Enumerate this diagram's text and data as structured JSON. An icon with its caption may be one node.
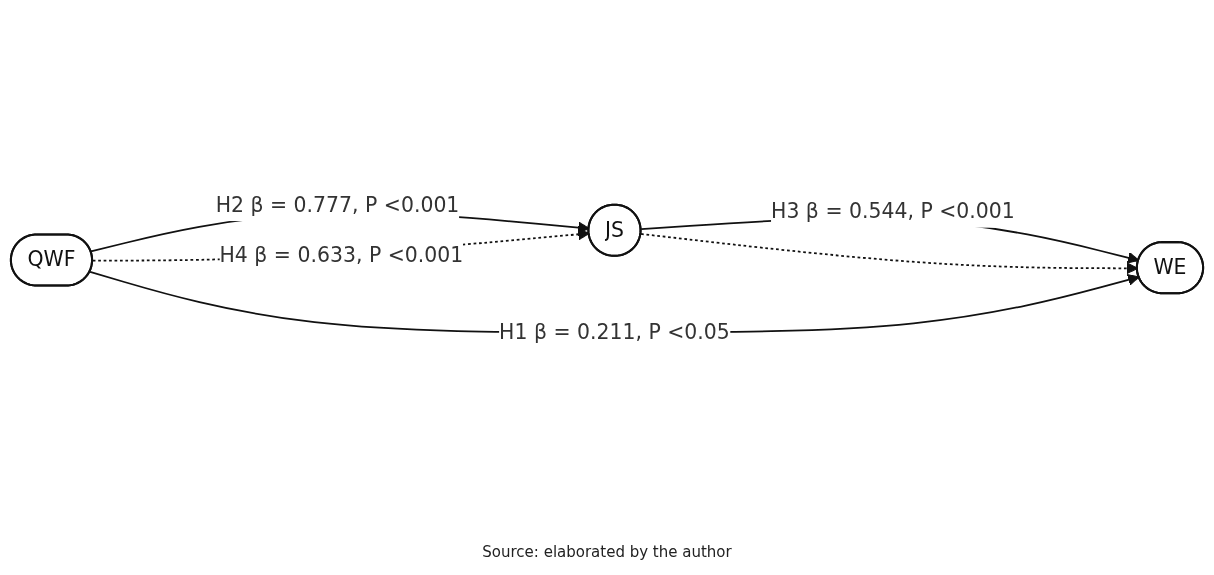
{
  "diagram": {
    "caption": "Source: elaborated by the author",
    "nodes": [
      {
        "text": [
          "JS"
        ]
      },
      {
        "text": [
          "QWF"
        ]
      },
      {
        "text": [
          "WE"
        ]
      }
    ],
    "edges": [
      {
        "from": 1,
        "to": 0,
        "arrow": "to",
        "label": "H2 β = 0.777, P <0.001"
      },
      {
        "from": 1,
        "to": 0,
        "arrow": "to",
        "style": "dashed",
        "label": "H4 β = 0.633, P <0.001"
      },
      {
        "from": 0,
        "to": 2,
        "arrow": "to",
        "label": "H3 β = 0.544, P <0.001"
      },
      {
        "from": 0,
        "to": 2,
        "arrow": "to",
        "style": "dashed"
      },
      {
        "from": 1,
        "to": 2,
        "arrow": "to",
        "label": "H1 β = 0.211, P <0.05"
      }
    ]
  }
}
